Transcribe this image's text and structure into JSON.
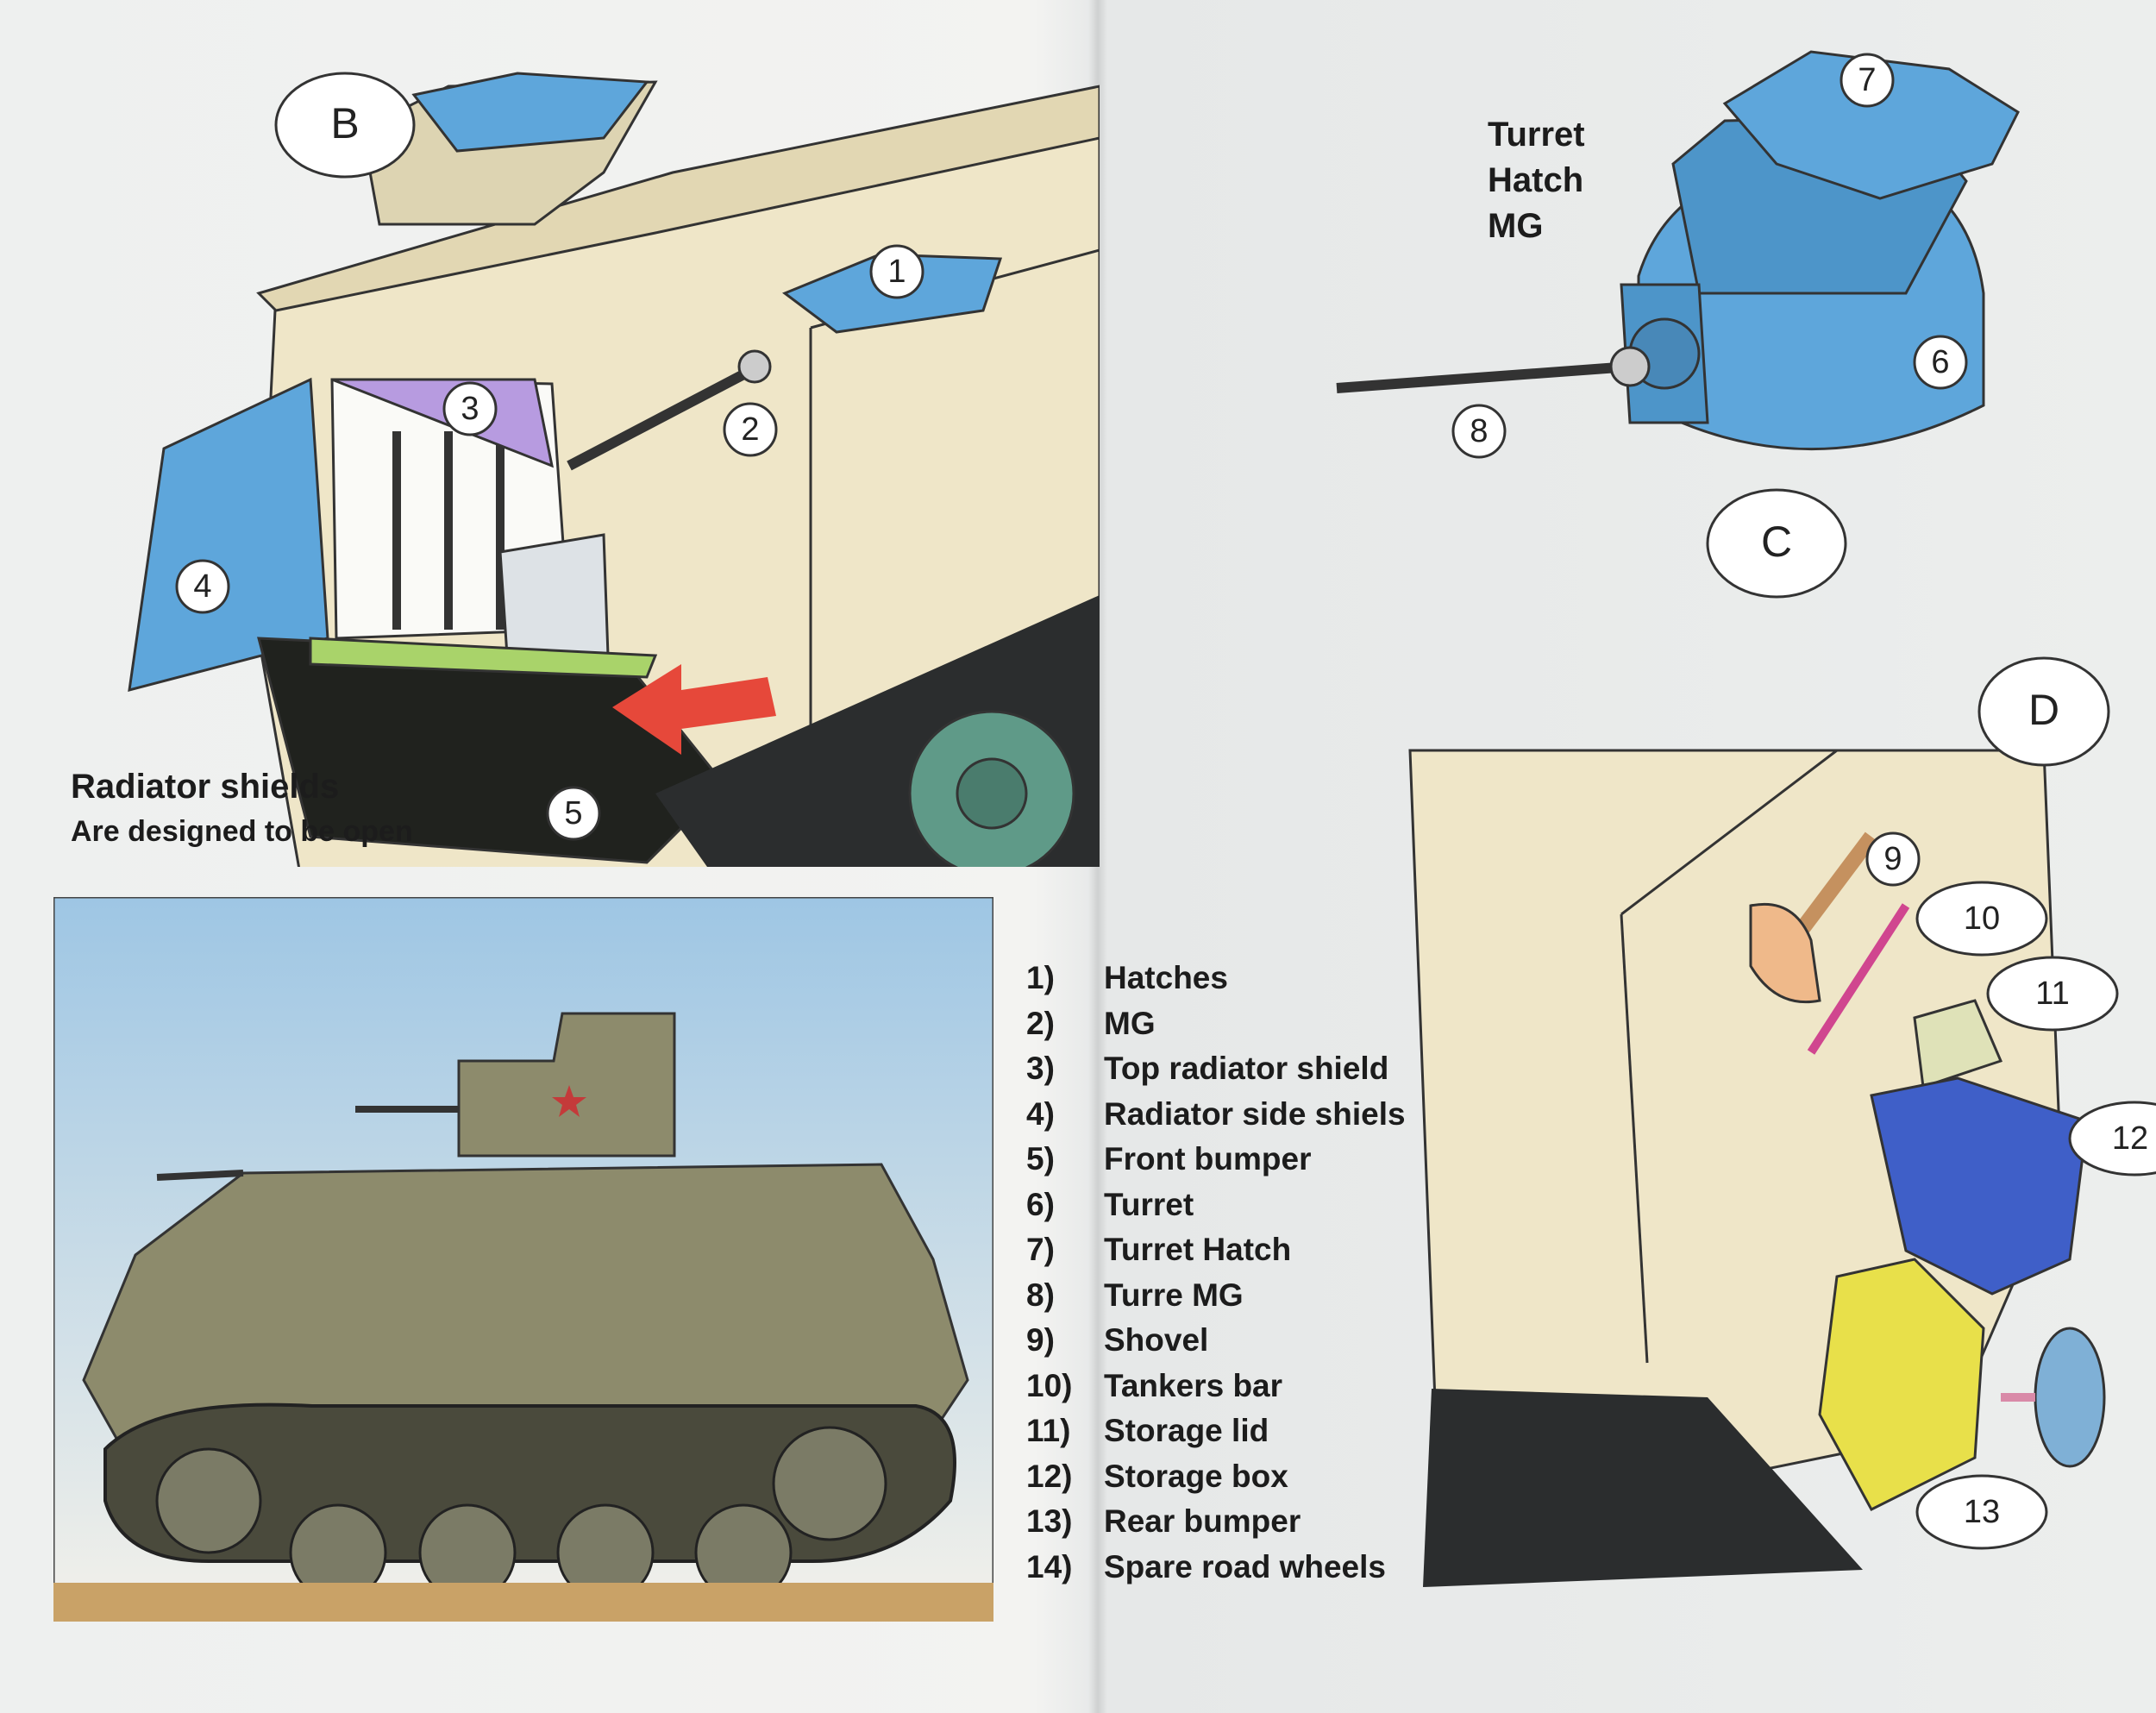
{
  "sections": {
    "b": "B",
    "c": "C",
    "d": "D"
  },
  "radiator_caption": {
    "line1": "Radiator shields",
    "line2": "Are designed to be open"
  },
  "turret_caption": [
    "Turret",
    "Hatch",
    "MG"
  ],
  "callouts": [
    "1",
    "2",
    "3",
    "4",
    "5",
    "6",
    "7",
    "8",
    "9",
    "10",
    "11",
    "12",
    "13"
  ],
  "legend": [
    {
      "num": "1)",
      "label": "Hatches"
    },
    {
      "num": "2)",
      "label": "MG"
    },
    {
      "num": "3)",
      "label": "Top radiator shield"
    },
    {
      "num": "4)",
      "label": "Radiator side shiels"
    },
    {
      "num": "5)",
      "label": "Front bumper"
    },
    {
      "num": "6)",
      "label": "Turret"
    },
    {
      "num": "7)",
      "label": "Turret Hatch"
    },
    {
      "num": "8)",
      "label": "Turre MG"
    },
    {
      "num": "9)",
      "label": "Shovel"
    },
    {
      "num": "10)",
      "label": "Tankers bar"
    },
    {
      "num": "11)",
      "label": "Storage lid"
    },
    {
      "num": "12)",
      "label": "Storage box"
    },
    {
      "num": "13)",
      "label": "Rear bumper"
    },
    {
      "num": "14)",
      "label": "Spare road wheels"
    }
  ],
  "colors": {
    "part_blue": "#5ea6db",
    "shield_purple": "#b79be0",
    "bumper_green": "#a9d36a",
    "arrow_red": "#e6483a",
    "hull_cream": "#efe6c8",
    "storage_box": "#3f5fc8",
    "rear_bumper_yellow": "#e8e04a",
    "sky_blue": "#9ec6e4",
    "hull_green": "#8d8b6c"
  }
}
